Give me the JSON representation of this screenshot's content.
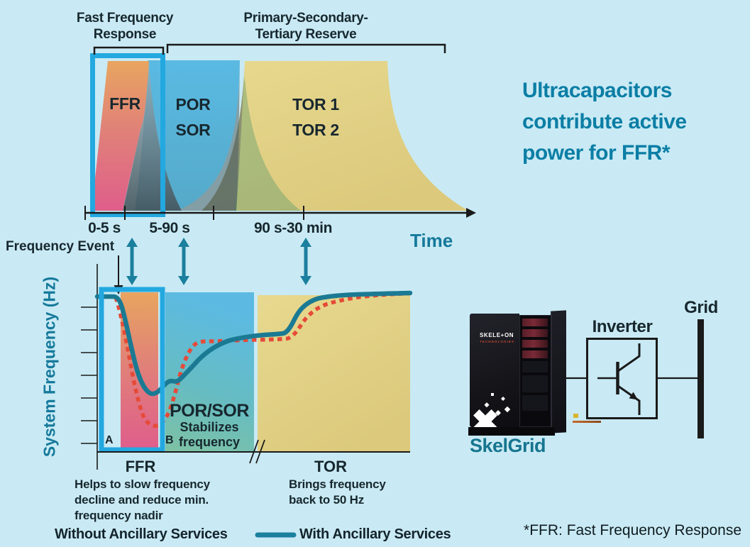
{
  "colors": {
    "background": "#C9EAF4",
    "highlight_box": "#23A8E0",
    "ffr_orange": "#E7A15E",
    "ffr_pink": "#E0608A",
    "por_blue": "#5ABAE3",
    "tor_yellow": "#E6D88E",
    "teal_accent": "#15799B",
    "curve_with": "#1B7A93",
    "curve_without": "#E64A38",
    "headline_teal": "#0B7EA5"
  },
  "top_diagram": {
    "ffr_bracket_label": "Fast Frequency\nResponse",
    "pst_bracket_label": "Primary-Secondary-\nTertiary Reserve",
    "regions": {
      "ffr": "FFR",
      "por": "POR",
      "sor": "SOR",
      "tor1": "TOR 1",
      "tor2": "TOR 2"
    },
    "axis": {
      "tick1": "0-5 s",
      "tick2": "5-90 s",
      "tick3": "90 s-30 min",
      "label": "Time"
    }
  },
  "freq_chart": {
    "event_label": "Frequency Event",
    "y_axis_label": "System Frequency (Hz)",
    "por_sor_label": "POR/SOR",
    "por_sor_sub": "Stabilizes\nfrequency",
    "marker_a": "A",
    "marker_b": "B",
    "ffr": {
      "label": "FFR",
      "desc": "Helps to slow frequency\ndecline and reduce min.\nfrequency nadir"
    },
    "tor": {
      "label": "TOR",
      "desc": "Brings frequency\nback to 50 Hz"
    }
  },
  "headline": "Ultracapacitors\ncontribute active\npower for FFR*",
  "system_diagram": {
    "cabinet_brand": "SKELE+ON",
    "cabinet_brand_sub": "TECHNOLOGIES",
    "cabinet_label": "SkelGrid",
    "inverter_label": "Inverter",
    "grid_label": "Grid"
  },
  "legend": {
    "without": "Without Ancillary Services",
    "with": "With Ancillary Services"
  },
  "footnote": "*FFR: Fast Frequency Response",
  "chart_data": {
    "type": "line",
    "title": "System frequency response to a frequency event (schematic)",
    "xlabel": "Time",
    "ylabel": "System Frequency (Hz)",
    "x_phases": [
      {
        "label": "FFR",
        "range": "0-5 s"
      },
      {
        "label": "POR/SOR",
        "range": "5-90 s"
      },
      {
        "label": "TOR",
        "range": "90 s-30 min"
      }
    ],
    "series": [
      {
        "name": "Without Ancillary Services",
        "style": "dotted",
        "color": "#E64A38",
        "shape_normalized": [
          [
            0.0,
            1.0
          ],
          [
            0.06,
            0.6
          ],
          [
            0.13,
            0.2
          ],
          [
            0.19,
            0.02
          ],
          [
            0.26,
            0.35
          ],
          [
            0.31,
            0.51
          ],
          [
            0.4,
            0.53
          ],
          [
            0.55,
            0.53
          ],
          [
            0.6,
            0.54
          ],
          [
            0.66,
            0.73
          ],
          [
            0.74,
            0.87
          ],
          [
            0.85,
            0.96
          ],
          [
            1.0,
            1.0
          ]
        ]
      },
      {
        "name": "With Ancillary Services",
        "style": "solid",
        "color": "#1B7A93",
        "shape_normalized": [
          [
            0.0,
            1.0
          ],
          [
            0.06,
            0.75
          ],
          [
            0.13,
            0.42
          ],
          [
            0.18,
            0.38
          ],
          [
            0.24,
            0.45
          ],
          [
            0.32,
            0.58
          ],
          [
            0.42,
            0.68
          ],
          [
            0.55,
            0.72
          ],
          [
            0.6,
            0.73
          ],
          [
            0.64,
            0.85
          ],
          [
            0.72,
            0.92
          ],
          [
            0.85,
            0.97
          ],
          [
            1.0,
            1.0
          ]
        ]
      }
    ],
    "annotations": [
      "Frequency Event",
      "A",
      "B"
    ],
    "legend_position": "bottom"
  }
}
